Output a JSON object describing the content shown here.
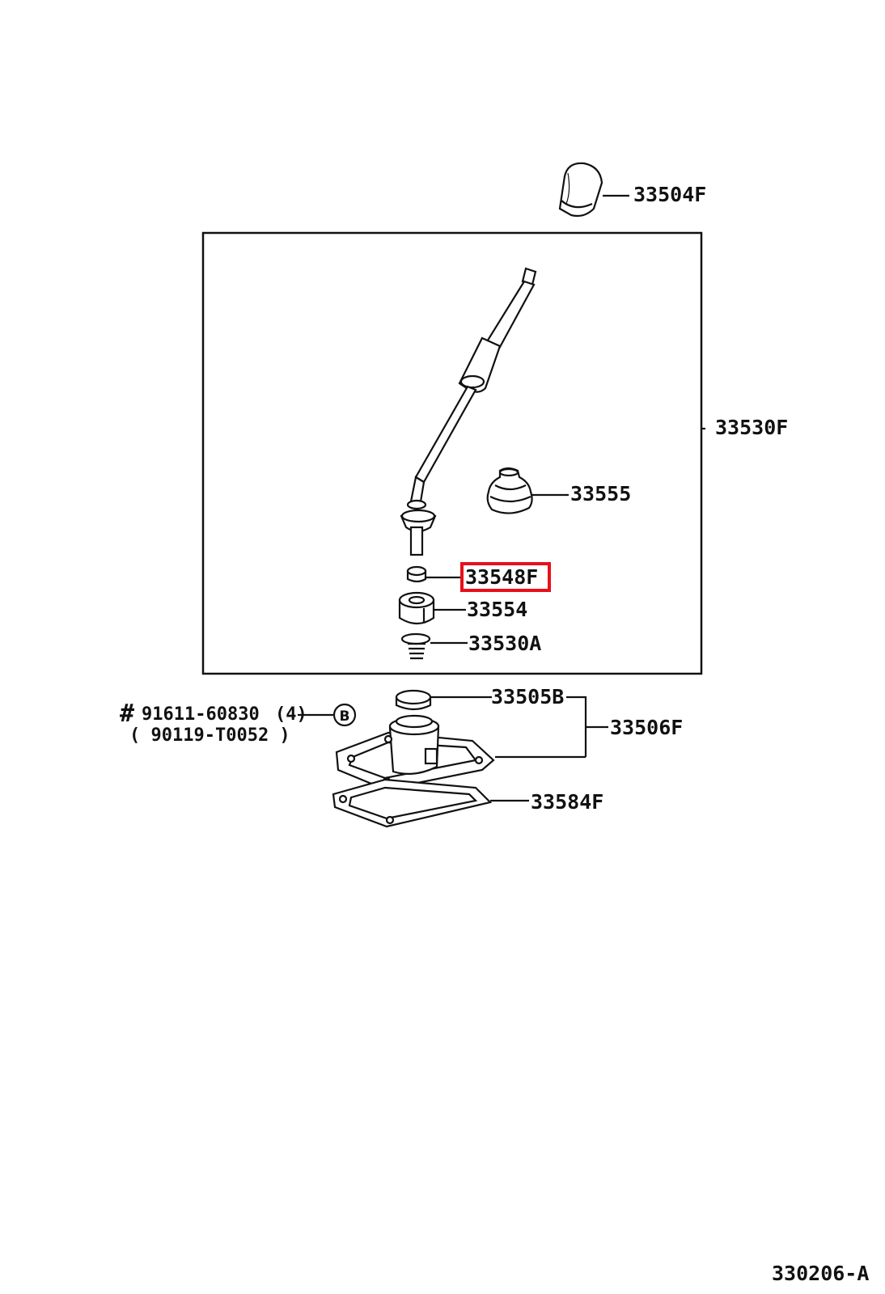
{
  "parts": {
    "knob": "33504F",
    "lever_assembly": "33530F",
    "boot": "33555",
    "highlighted": "33548F",
    "seat": "33554",
    "spring": "33530A",
    "cap": "33505B",
    "retainer_assembly": "33506F",
    "gasket": "33584F"
  },
  "bolt": {
    "hash": "#",
    "part_no": "91611-60830",
    "qty": "(4)",
    "alt_part_no": "( 90119-T0052 )",
    "callout": "B"
  },
  "diagram_code": "330206-A",
  "colors": {
    "highlight": "#e8101a",
    "line": "#111111"
  }
}
